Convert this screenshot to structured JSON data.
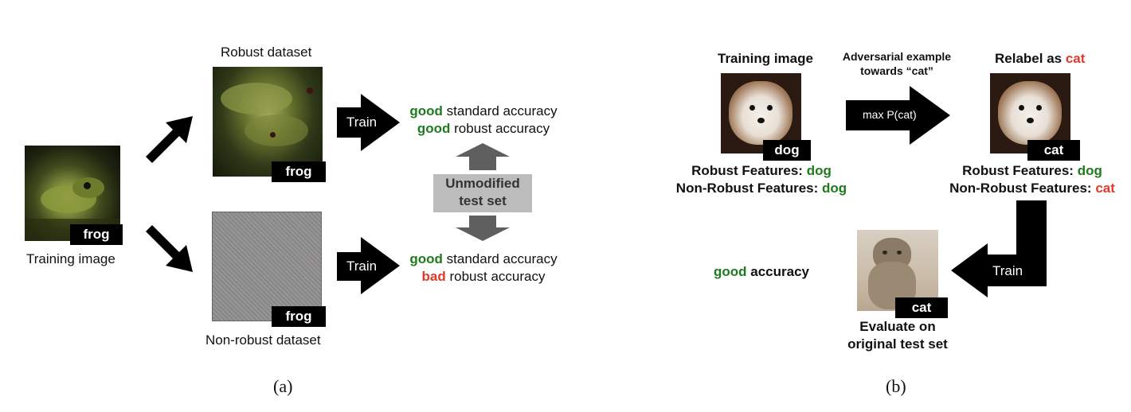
{
  "panel_a": {
    "training_image_label": "Training image",
    "training_tag": "frog",
    "robust_title": "Robust dataset",
    "robust_tag": "frog",
    "nonrobust_title": "Non-robust dataset",
    "nonrobust_tag": "frog",
    "train_label_top": "Train",
    "train_label_bottom": "Train",
    "top_result": {
      "line1_word": "good",
      "line1_rest": " standard accuracy",
      "line2_word": "good",
      "line2_rest": " robust accuracy"
    },
    "bottom_result": {
      "line1_word": "good",
      "line1_rest": " standard accuracy",
      "line2_word": "bad",
      "line2_rest": " robust accuracy"
    },
    "test_set_line1": "Unmodified",
    "test_set_line2": "test set",
    "caption": "(a)"
  },
  "panel_b": {
    "training_image_title": "Training image",
    "dog_tag": "dog",
    "robust_features_label": "Robust Features: ",
    "robust_features_value": "dog",
    "nonrobust_features_label": "Non-Robust Features: ",
    "nonrobust_features_value": "dog",
    "adv_title_line1": "Adversarial example",
    "adv_title_line2": "towards “cat”",
    "max_label": "max P(cat)",
    "relabel_prefix": "Relabel as ",
    "relabel_word": "cat",
    "relabel_tag": "cat",
    "relabel_robust_label": "Robust Features: ",
    "relabel_robust_value": "dog",
    "relabel_nonrobust_label": "Non-Robust Features: ",
    "relabel_nonrobust_value": "cat",
    "train_label": "Train",
    "eval_tag": "cat",
    "eval_line1": "Evaluate on",
    "eval_line2": "original test set",
    "accuracy_word": "good",
    "accuracy_rest": " accuracy",
    "caption": "(b)"
  },
  "colors": {
    "good": "#1e7b1e",
    "bad": "#e03a2a",
    "arrow": "#000000",
    "gray_arrow": "#5f5f5f",
    "test_box": "#bcbcbc"
  }
}
